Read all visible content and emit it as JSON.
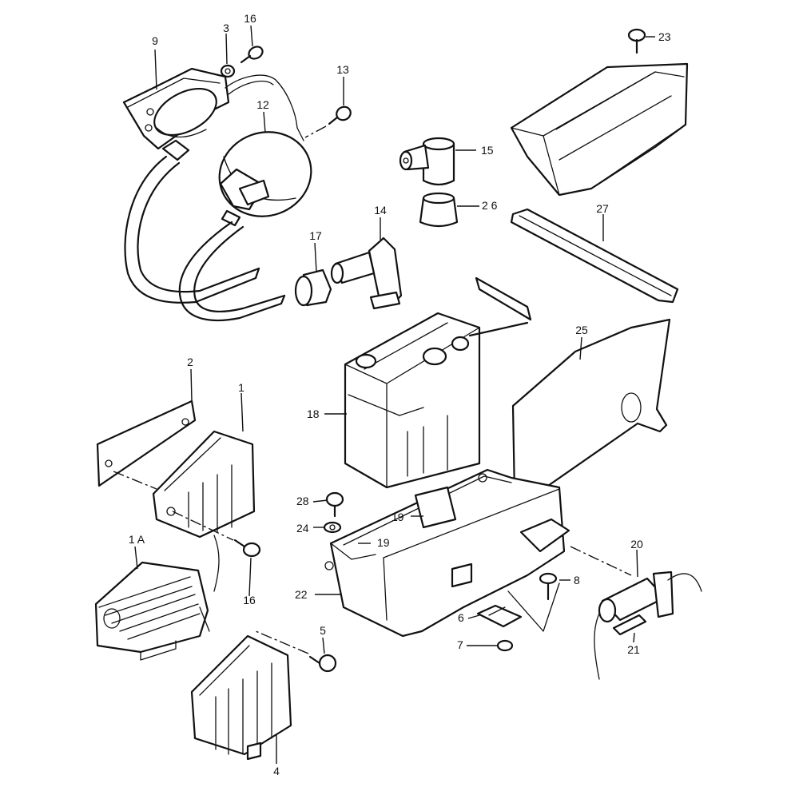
{
  "diagram": {
    "labels": {
      "p9": "9",
      "p3": "3",
      "p16a": "16",
      "p13": "13",
      "p12": "12",
      "p15": "15",
      "p26": "2 6",
      "p23": "23",
      "p27": "27",
      "p14": "14",
      "p17": "17",
      "p18": "18",
      "p25": "25",
      "p2": "2",
      "p1": "1",
      "p28": "28",
      "p19a": "19",
      "p24": "24",
      "p19b": "19",
      "p1a": "1 A",
      "p20": "20",
      "p8": "8",
      "p22": "22",
      "p16b": "16",
      "p6": "6",
      "p5": "5",
      "p7": "7",
      "p21": "21",
      "p4": "4"
    }
  }
}
